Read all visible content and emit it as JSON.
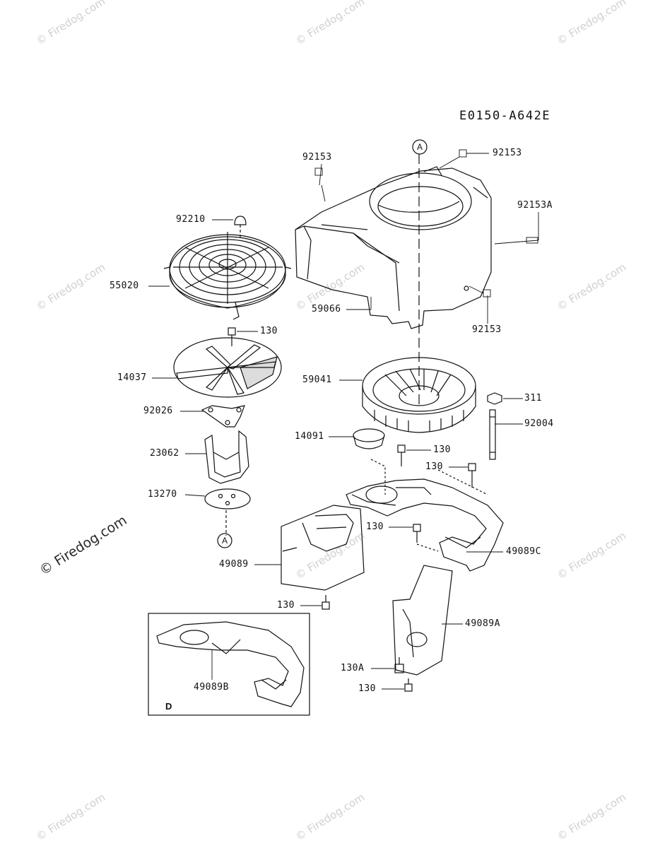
{
  "diagram_code": "E0150-A642E",
  "watermark_text": "© Firedog.com",
  "circle_marker": "A",
  "inset_letter": "D",
  "parts": {
    "p92153_top_left": "92153",
    "p92153_top_right": "92153",
    "p92153A": "92153A",
    "p92210": "92210",
    "p55020": "55020",
    "p59066": "59066",
    "p92153_mid": "92153",
    "p130_a": "130",
    "p14037": "14037",
    "p59041": "59041",
    "p311": "311",
    "p92026": "92026",
    "p92004": "92004",
    "p14091": "14091",
    "p130_b": "130",
    "p23062": "23062",
    "p130_c": "130",
    "p13270": "13270",
    "p130_d": "130",
    "p49089": "49089",
    "p49089C": "49089C",
    "p130_e": "130",
    "p49089A": "49089A",
    "p49089B": "49089B",
    "p130A": "130A",
    "p130_f": "130"
  }
}
